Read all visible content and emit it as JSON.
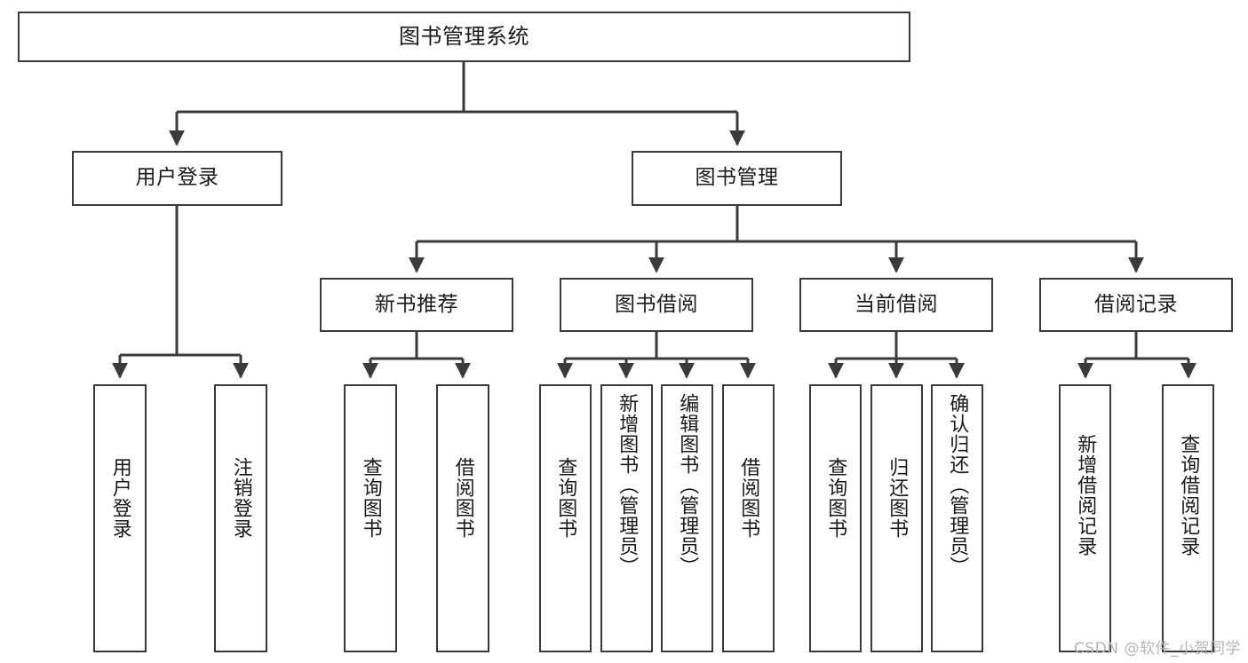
{
  "diagram": {
    "type": "tree-hierarchy-chart",
    "title": "图书管理系统",
    "background_color": "#ffffff",
    "border_color": "#3a3a3a",
    "text_color": "#1a1a1a",
    "watermark": "CSDN @软件_小贺同学",
    "root": {
      "label": "图书管理系统"
    },
    "level1": [
      {
        "label": "用户登录"
      },
      {
        "label": "图书管理"
      }
    ],
    "level2": [
      {
        "label": "新书推荐"
      },
      {
        "label": "图书借阅"
      },
      {
        "label": "当前借阅"
      },
      {
        "label": "借阅记录"
      }
    ],
    "leaves": {
      "user_login": [
        {
          "label": "用户登录"
        },
        {
          "label": "注销登录"
        }
      ],
      "new_book_recommend": [
        {
          "label": "查询图书"
        },
        {
          "label": "借阅图书"
        }
      ],
      "book_borrow": [
        {
          "label": "查询图书"
        },
        {
          "label": "新增图书（管理员）"
        },
        {
          "label": "编辑图书（管理员）"
        },
        {
          "label": "借阅图书"
        }
      ],
      "current_borrow": [
        {
          "label": "查询图书"
        },
        {
          "label": "归还图书"
        },
        {
          "label": "确认归还（管理员）"
        }
      ],
      "borrow_record": [
        {
          "label": "新增借阅记录"
        },
        {
          "label": "查询借阅记录"
        }
      ]
    }
  }
}
